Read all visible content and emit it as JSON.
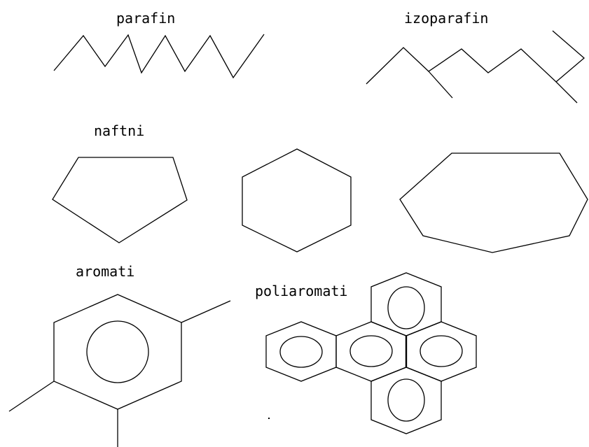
{
  "labels": {
    "parafin": "parafin",
    "izoparafin": "izoparafin",
    "naftni": "naftni",
    "aromati": "aromati",
    "poliaromati": "poliaromati"
  },
  "colors": {
    "background": "#ffffff",
    "ink": "#000000"
  }
}
